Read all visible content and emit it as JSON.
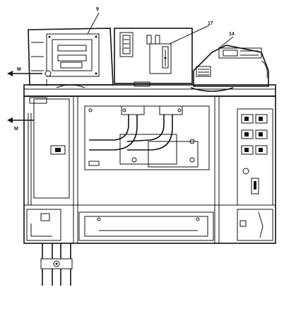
{
  "callouts": {
    "c9": "9",
    "c17": "17",
    "c14": "14",
    "m_top": "M",
    "m_mid": "M"
  }
}
